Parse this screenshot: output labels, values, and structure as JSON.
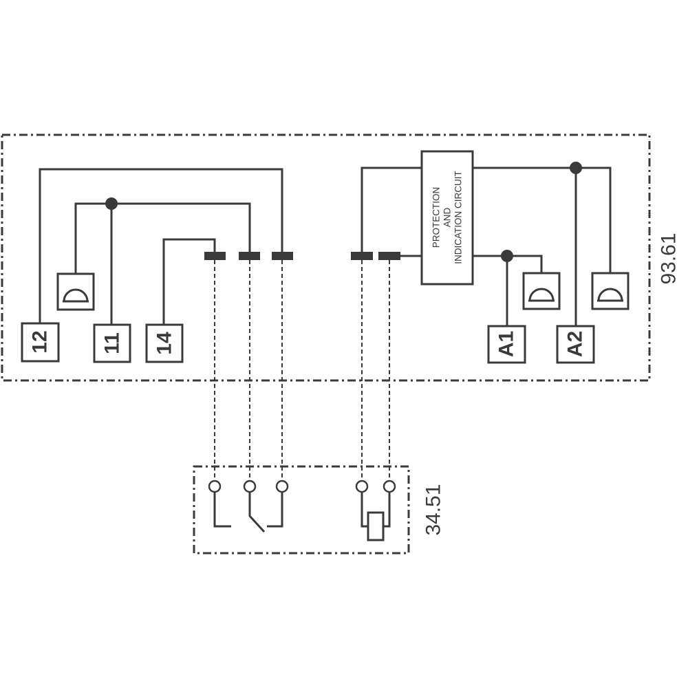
{
  "diagram": {
    "base_model": "93.61",
    "relay_model": "34.51",
    "circuit_lines": [
      "PROTECTION",
      "AND",
      "INDICATION CIRCUIT"
    ],
    "terminals": {
      "t12": "12",
      "t11": "11",
      "t14": "14",
      "a1": "A1",
      "a2": "A2"
    },
    "colors": {
      "line": "#3a3a3a",
      "background": "#ffffff"
    }
  }
}
